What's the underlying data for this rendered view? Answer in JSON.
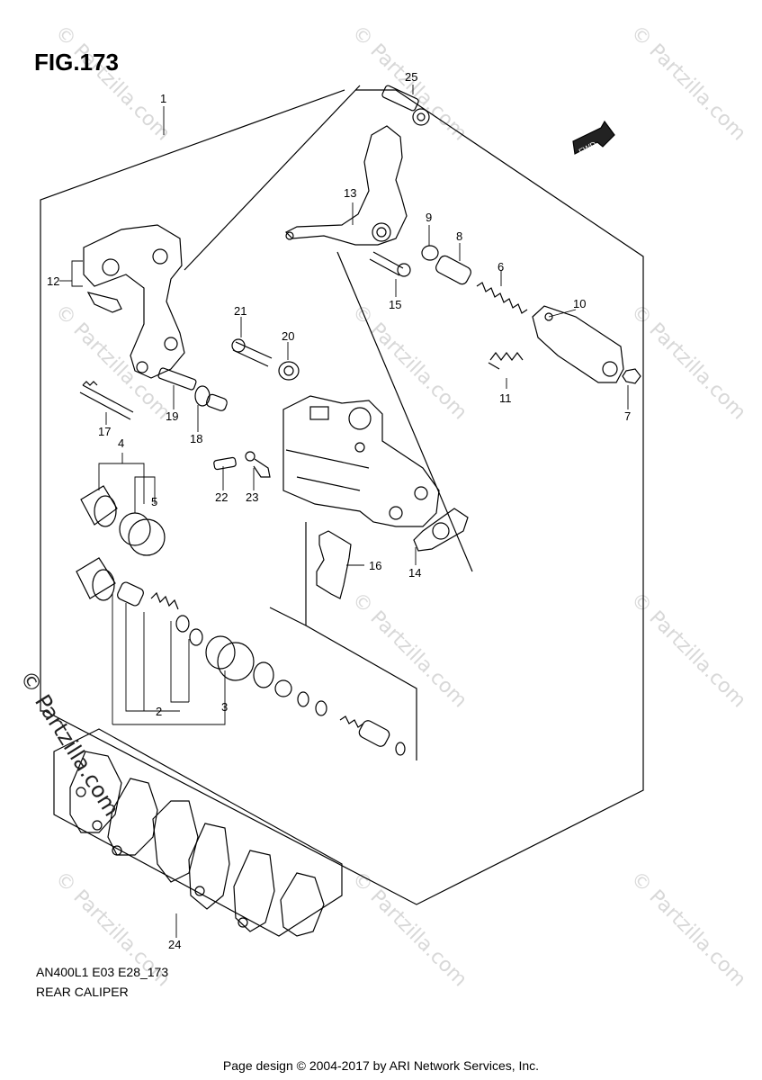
{
  "header": {
    "fig_title": "FIG.173"
  },
  "footer": {
    "model_code": "AN400L1 E03 E28_173",
    "section_name": "REAR CALIPER",
    "page_design": "Page design © 2004-2017 by ARI Network Services, Inc."
  },
  "watermark": {
    "text": "© Partzilla.com",
    "side_text": "© Partzilla.com"
  },
  "direction_tag": "FWD",
  "callouts": {
    "c1": "1",
    "c2": "2",
    "c3": "3",
    "c4": "4",
    "c5": "5",
    "c6": "6",
    "c7": "7",
    "c8": "8",
    "c9": "9",
    "c10": "10",
    "c11": "11",
    "c12": "12",
    "c13": "13",
    "c14": "14",
    "c15": "15",
    "c16": "16",
    "c17": "17",
    "c18": "18",
    "c19": "19",
    "c20": "20",
    "c21": "21",
    "c22": "22",
    "c23": "23",
    "c24": "24",
    "c25": "25"
  },
  "colors": {
    "line": "#000000",
    "watermark": "#d8d8d8",
    "background": "#ffffff"
  }
}
